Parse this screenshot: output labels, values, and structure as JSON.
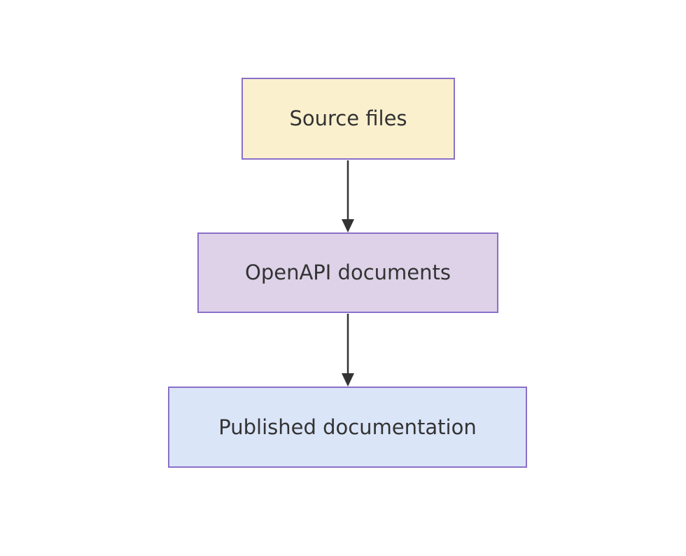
{
  "diagram": {
    "type": "flowchart-top-down",
    "background_color": "#ffffff",
    "text_color": "#333333",
    "border_color": "#8a70c8",
    "arrow_color": "#333333",
    "nodes": [
      {
        "id": "source-files",
        "label": "Source files",
        "fill": "#faf0ce"
      },
      {
        "id": "openapi-documents",
        "label": "OpenAPI documents",
        "fill": "#ddd2e8"
      },
      {
        "id": "published-documentation",
        "label": "Published documentation",
        "fill": "#dbe5f8"
      }
    ],
    "edges": [
      {
        "from": "Source files",
        "to": "OpenAPI documents",
        "style": "solid-arrow"
      },
      {
        "from": "OpenAPI documents",
        "to": "Published documentation",
        "style": "solid-arrow"
      }
    ]
  }
}
